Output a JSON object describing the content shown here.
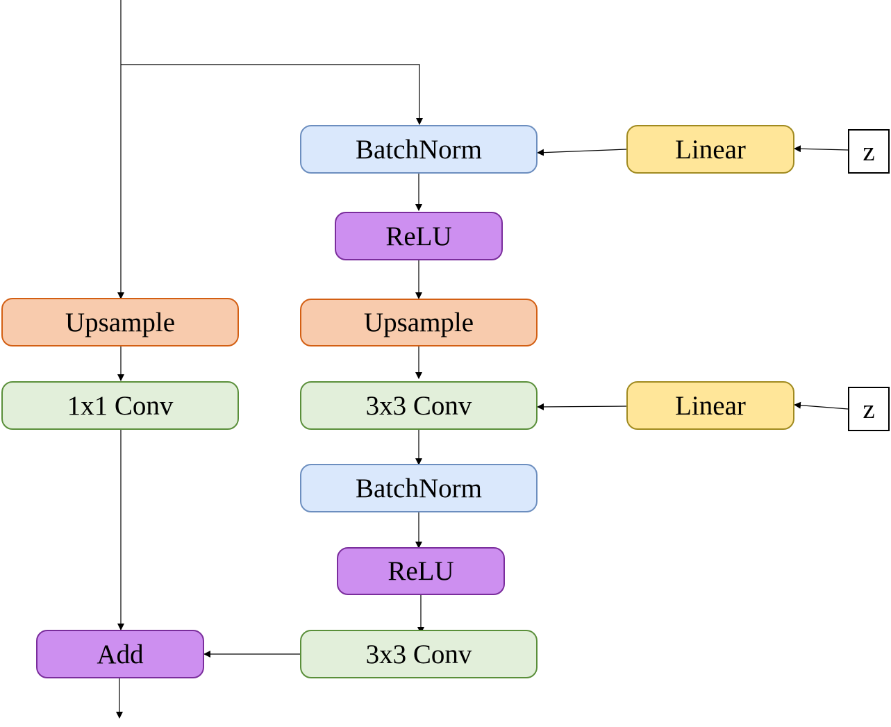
{
  "nodes": {
    "batchnorm_1": "BatchNorm",
    "relu_1": "ReLU",
    "upsample_main": "Upsample",
    "conv3x3_1": "3x3 Conv",
    "batchnorm_2": "BatchNorm",
    "relu_2": "ReLU",
    "conv3x3_2": "3x3 Conv",
    "upsample_skip": "Upsample",
    "conv1x1_skip": "1x1 Conv",
    "add": "Add",
    "linear_1": "Linear",
    "linear_2": "Linear",
    "z_1": "z",
    "z_2": "z"
  },
  "edges": [
    [
      "input",
      "upsample_skip"
    ],
    [
      "input",
      "batchnorm_1"
    ],
    [
      "batchnorm_1",
      "relu_1"
    ],
    [
      "relu_1",
      "upsample_main"
    ],
    [
      "upsample_main",
      "conv3x3_1"
    ],
    [
      "conv3x3_1",
      "batchnorm_2"
    ],
    [
      "batchnorm_2",
      "relu_2"
    ],
    [
      "relu_2",
      "conv3x3_2"
    ],
    [
      "conv3x3_2",
      "add"
    ],
    [
      "upsample_skip",
      "conv1x1_skip"
    ],
    [
      "conv1x1_skip",
      "add"
    ],
    [
      "add",
      "output"
    ],
    [
      "z_1",
      "linear_1"
    ],
    [
      "linear_1",
      "batchnorm_1"
    ],
    [
      "z_2",
      "linear_2"
    ],
    [
      "linear_2",
      "conv3x3_1"
    ]
  ],
  "colors": {
    "batchnorm_fill": "#dae8fc",
    "relu_fill": "#cd8ff0",
    "upsample_fill": "#f8cbad",
    "conv_fill": "#e2efda",
    "linear_fill": "#ffe699",
    "edge": "#000000"
  }
}
